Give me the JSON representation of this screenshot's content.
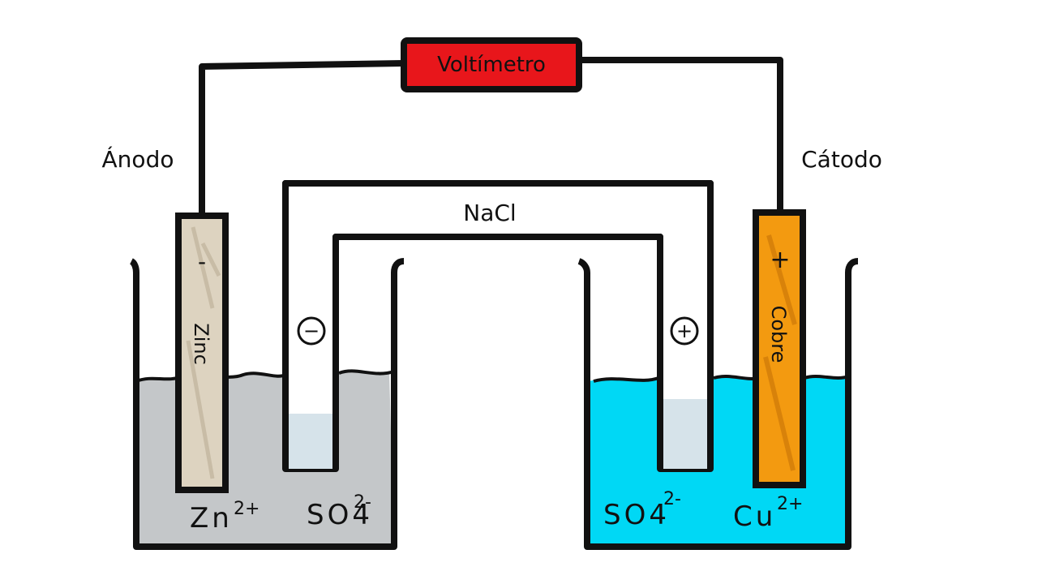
{
  "voltmeter": {
    "label": "Voltímetro",
    "color": "#e8161b"
  },
  "anode": {
    "label": "Ánodo",
    "electrode": "Zinc",
    "sign": "-",
    "ion": "Zn",
    "ion_charge": "2+",
    "anion": "SO4",
    "anion_charge": "2-"
  },
  "cathode": {
    "label": "Cátodo",
    "electrode": "Cobre",
    "sign": "+",
    "ion": "Cu",
    "ion_charge": "2+",
    "anion": "SO4",
    "anion_charge": "2-"
  },
  "salt_bridge": {
    "label": "NaCl",
    "left_sign": "−",
    "right_sign": "+"
  },
  "colors": {
    "zinc_solution": "#c4c7c9",
    "copper_solution": "#00d8f5",
    "zinc_electrode": "#ddd3c0",
    "copper_electrode": "#f39a10"
  }
}
